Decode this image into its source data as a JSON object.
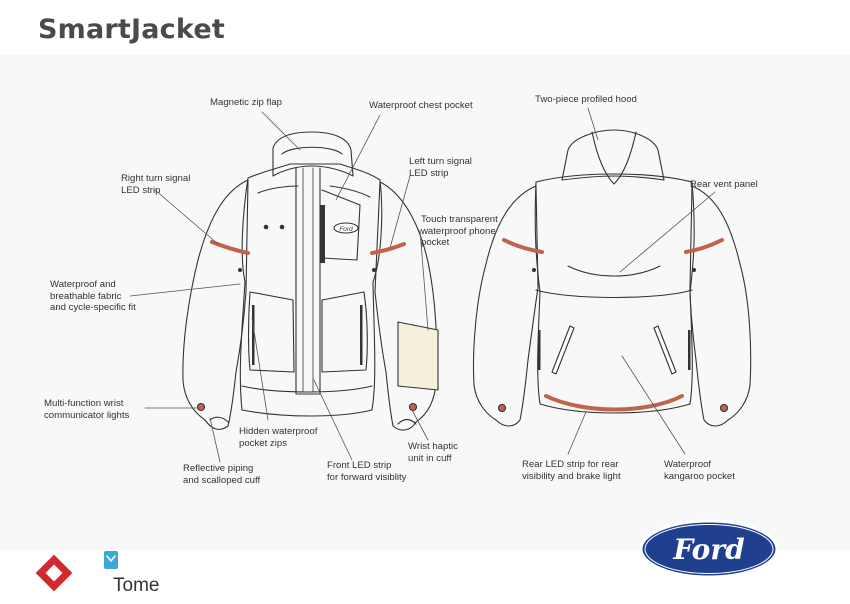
{
  "title": "SmartJacket",
  "labels": {
    "magnetic_zip": [
      "Magnetic zip flap"
    ],
    "chest_pocket": [
      "Waterproof chest pocket"
    ],
    "right_turn": [
      "Right turn signal",
      "LED strip"
    ],
    "left_turn": [
      "Left turn signal",
      "LED strip"
    ],
    "phone_pocket": [
      "Touch transparent",
      "waterproof phone",
      "pocket"
    ],
    "fabric": [
      "Waterproof and",
      "breathable fabric",
      "and cycle-specific fit"
    ],
    "wrist_lights": [
      "Multi-function wrist",
      "communicator lights"
    ],
    "hidden_zips": [
      "Hidden waterproof",
      "pocket zips"
    ],
    "reflective": [
      "Reflective piping",
      "and scalloped cuff"
    ],
    "front_led": [
      "Front LED strip",
      "for forward visiblity"
    ],
    "haptic": [
      "Wrist haptic",
      "unit in cuff"
    ],
    "hood": [
      "Two-piece profiled hood"
    ],
    "rear_vent": [
      "Rear vent panel"
    ],
    "rear_led": [
      "Rear LED strip for rear",
      "visibility and brake light"
    ],
    "kangaroo": [
      "Waterproof",
      "kangaroo pocket"
    ]
  },
  "logos": {
    "ford_text": "Ford",
    "tome_text": "Tome",
    "chest_logo_text": "Ford"
  },
  "colors": {
    "title": "#4a4a4a",
    "panel": "#f8f8f8",
    "led": "#c0634b",
    "outline": "#333333",
    "phone_pocket": "#f5f0dc",
    "ford_blue": "#1f3f8f",
    "tome_red": "#d2282e",
    "tome_cyan": "#3aa7d8"
  }
}
